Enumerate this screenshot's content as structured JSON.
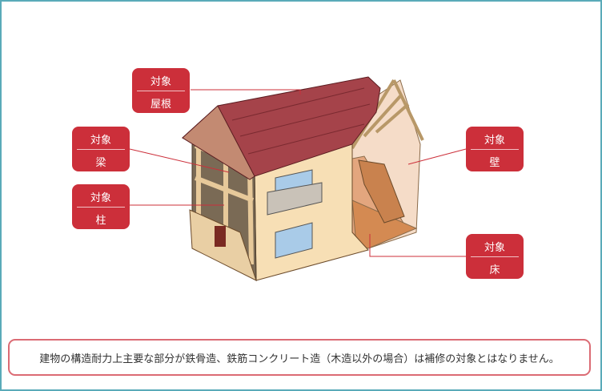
{
  "labels": {
    "roof": {
      "header": "対象",
      "name": "屋根"
    },
    "beam": {
      "header": "対象",
      "name": "梁"
    },
    "pillar": {
      "header": "対象",
      "name": "柱"
    },
    "wall": {
      "header": "対象",
      "name": "壁"
    },
    "floor": {
      "header": "対象",
      "name": "床"
    }
  },
  "note": "建物の構造耐力上主要な部分が鉄骨造、鉄筋コンクリート造（木造以外の場合）は補修の対象とはなりません。",
  "colors": {
    "accent": "#cc2f3a",
    "frame": "#5aaab9"
  }
}
